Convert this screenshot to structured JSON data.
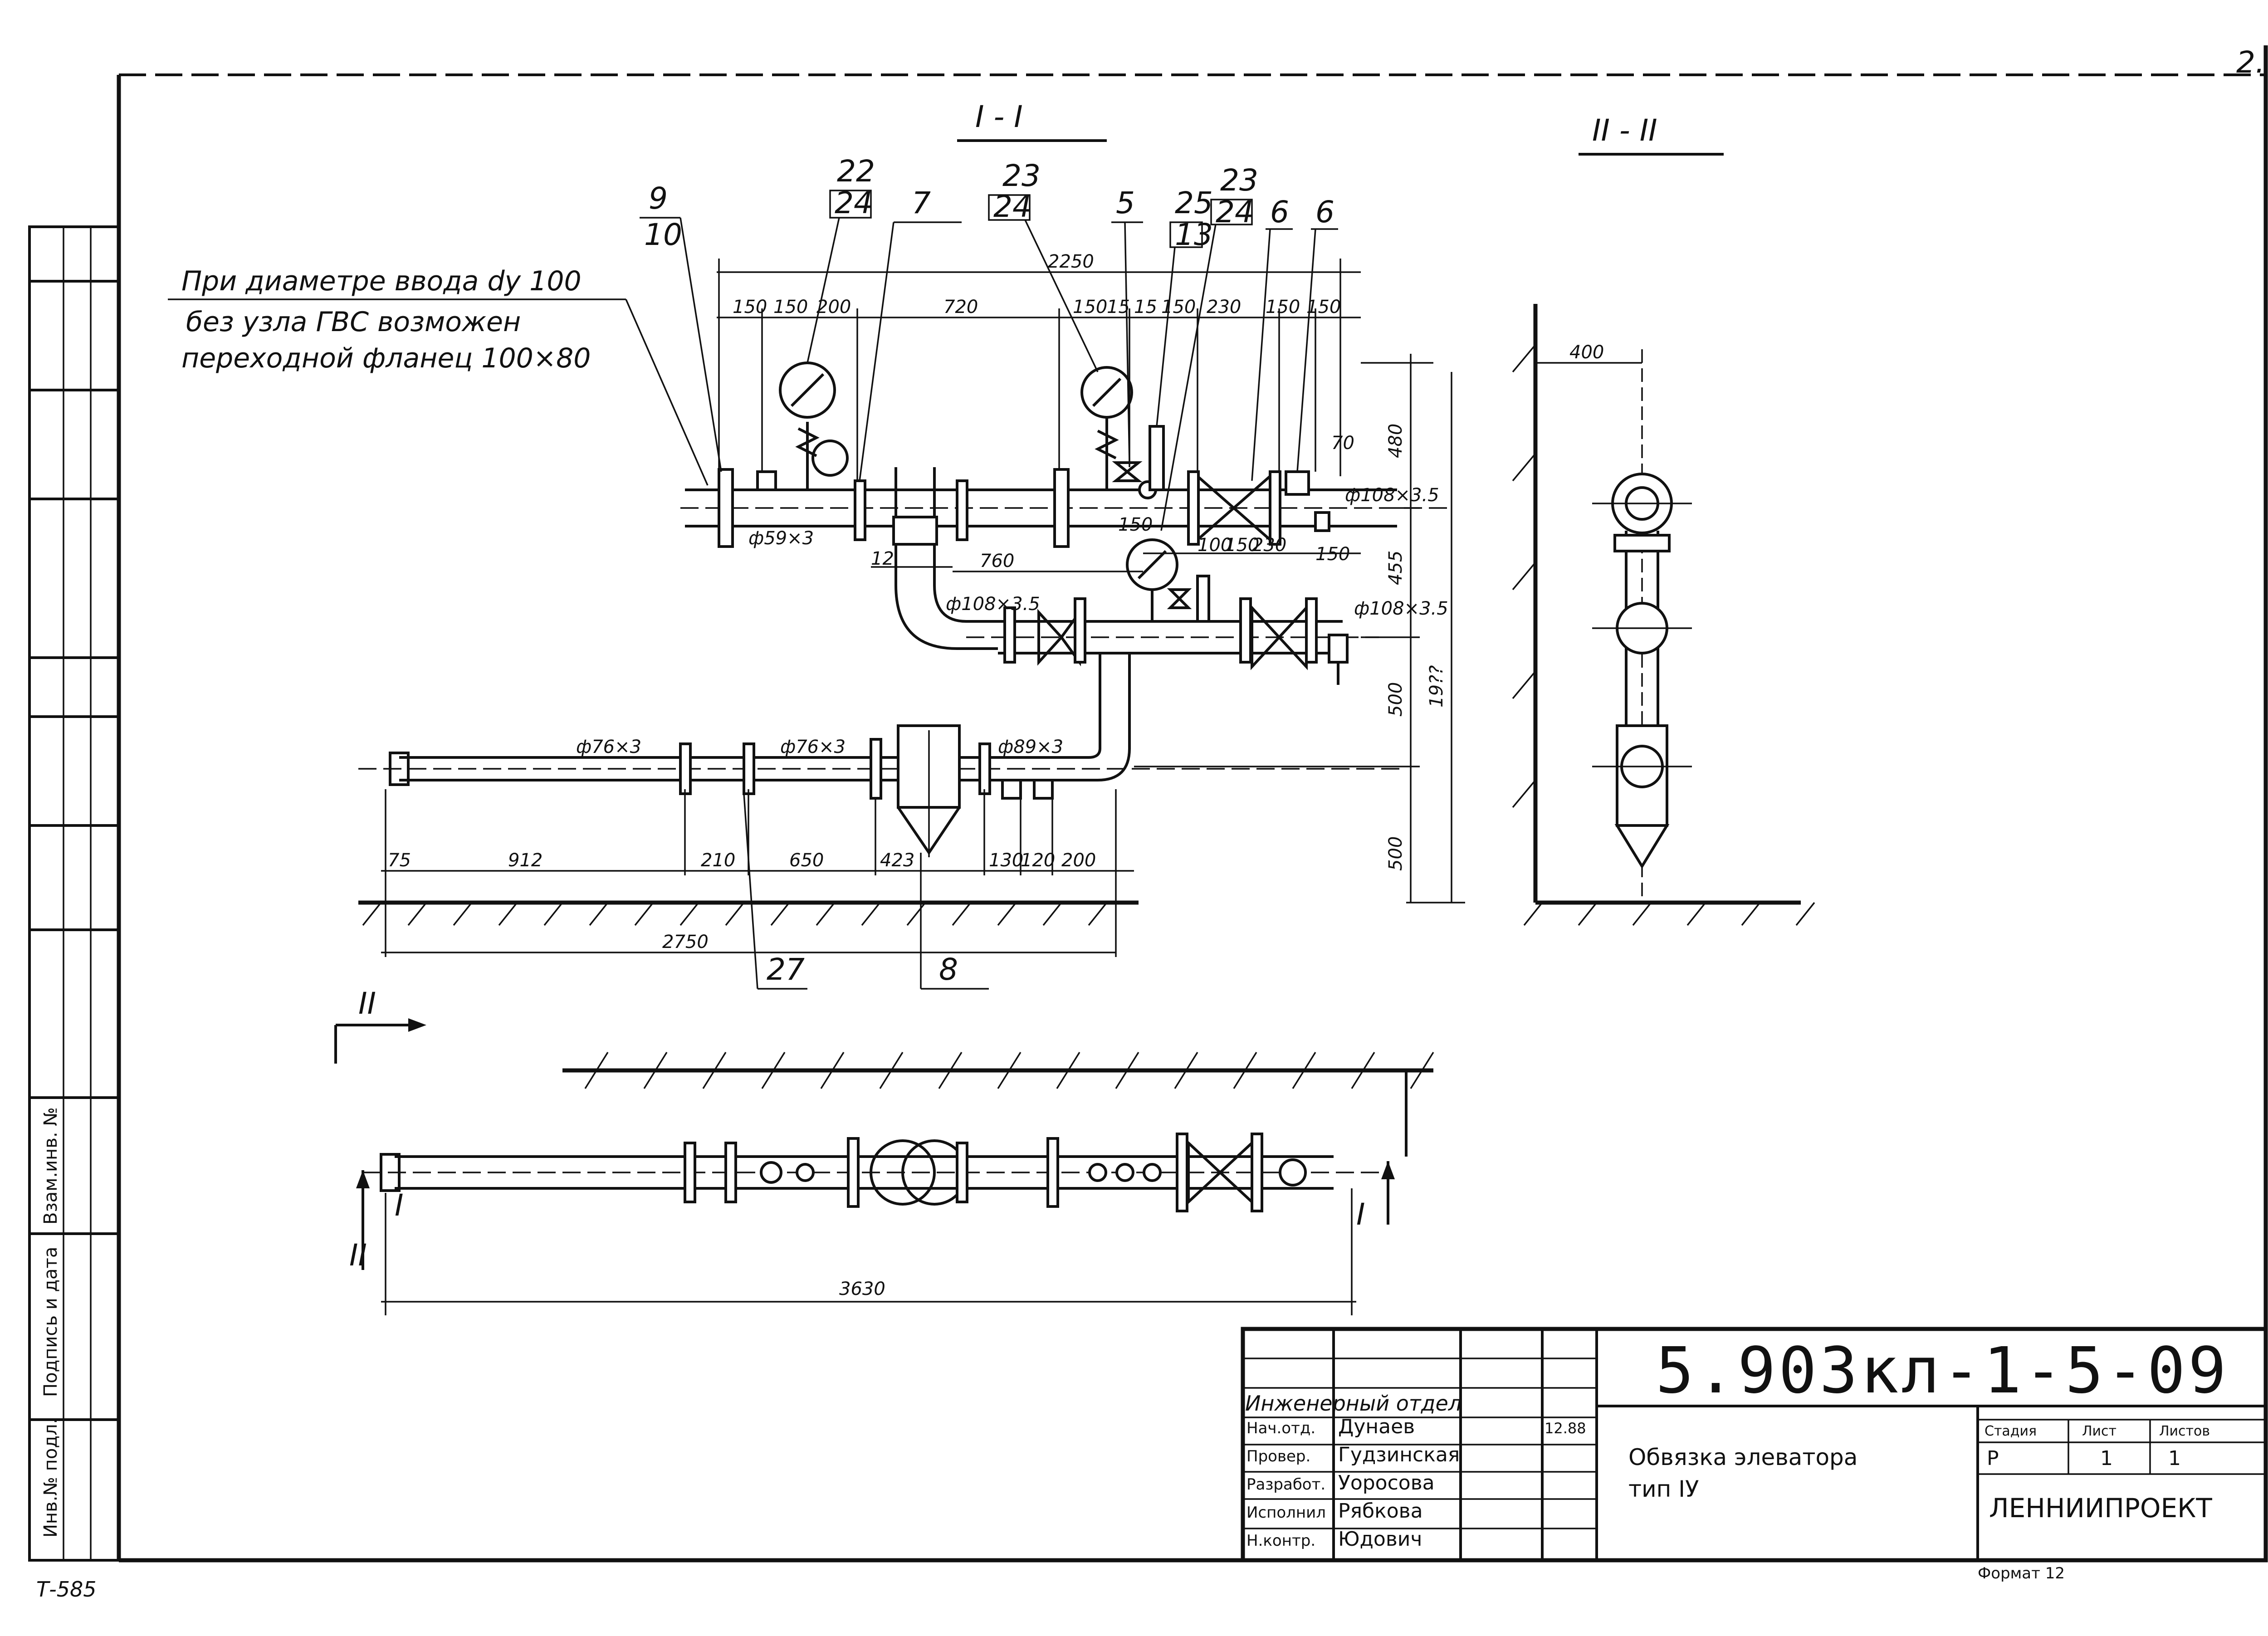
{
  "sheet_corner_number": "2.",
  "sections": {
    "section_1_title": "I - I",
    "section_2_title": "II - II"
  },
  "note": {
    "line1": "При диаметре ввода dy 100",
    "line2": "без узла ГВС возможен",
    "line3": "переходной фланец 100×80"
  },
  "positions": {
    "p9": "9",
    "p10": "10",
    "p22": "22",
    "p24a": "24",
    "p7": "7",
    "p23a": "23",
    "p24b": "24",
    "p5": "5",
    "p25": "25",
    "p13": "13",
    "p23b": "23",
    "p24c": "24",
    "p6a": "6",
    "p6b": "6",
    "p27": "27",
    "p8": "8"
  },
  "dimensions": {
    "d2250": "2250",
    "d150a": "150",
    "d150b": "150",
    "d200a": "200",
    "d720": "720",
    "d150c": "150",
    "d15a": "15",
    "d15b": "15",
    "d150d": "150",
    "d230a": "230",
    "d150e": "150",
    "d150f": "150",
    "d70": "70",
    "d480": "480",
    "d455": "455",
    "d1930": "19??",
    "d500a": "500",
    "d500b": "500",
    "d150g": "150",
    "d100": "100",
    "d150h": "150",
    "d230b": "230",
    "d150i": "150",
    "d760": "760",
    "d12": "12",
    "d400": "400",
    "d75": "75",
    "d912": "912",
    "d210": "210",
    "d650": "650",
    "d423": "423",
    "d130": "130",
    "d120": "120",
    "d200b": "200",
    "d2750": "2750",
    "d3630": "3630"
  },
  "pipes": {
    "dn59": "ф59×3",
    "dn108a": "ф108×3.5",
    "dn108b": "ф108×3.5",
    "dn108c": "ф108×3.5",
    "dn76a": "ф76×3",
    "dn76b": "ф76×3",
    "dn89": "ф89×3"
  },
  "plan_marks": {
    "arrow_label": "II",
    "cut_left_1": "I",
    "cut_left_2": "II",
    "cut_right": "I"
  },
  "title_block": {
    "code": "5.903кл-1-5-09",
    "department": "Инженерный отдел",
    "rows": [
      {
        "role": "Нач.отд.",
        "name": "Дунаев",
        "date": "12.88"
      },
      {
        "role": "Провер.",
        "name": "Гудзинская",
        "date": ""
      },
      {
        "role": "Разработ.",
        "name": "Уоросова",
        "date": ""
      },
      {
        "role": "Исполнил",
        "name": "Рябкова",
        "date": ""
      },
      {
        "role": "Н.контр.",
        "name": "Юдович",
        "date": ""
      }
    ],
    "title_line1": "Обвязка элеватора",
    "title_line2": "тип IУ",
    "stage_label": "Стадия",
    "sheet_label": "Лист",
    "sheets_label": "Листов",
    "stage_value": "Р",
    "sheet_value": "1",
    "sheets_value": "1",
    "organization": "ЛЕННИИПРОЕКТ",
    "format": "Формат 12"
  },
  "side_stamp": {
    "inv_orig": "Инв.№ подл.",
    "sign_date": "Подпись и дата",
    "inv_exchange": "Взам.инв. №"
  },
  "bottom_left_code": "Т-585"
}
